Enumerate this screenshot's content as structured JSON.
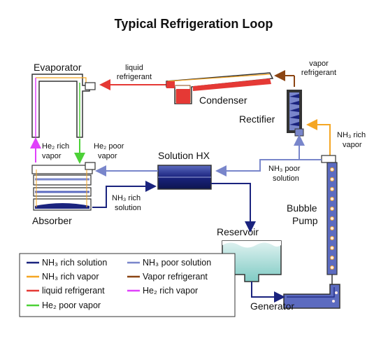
{
  "title": "Typical Refrigeration Loop",
  "components": {
    "evaporator": "Evaporator",
    "condenser": "Condenser",
    "rectifier": "Rectifier",
    "solution_hx": "Solution HX",
    "absorber": "Absorber",
    "reservoir": "Reservoir",
    "generator": "Generator",
    "bubble_pump_line1": "Bubble",
    "bubble_pump_line2": "Pump"
  },
  "flow_labels": {
    "liquid_refrigerant_1": "liquid",
    "liquid_refrigerant_2": "refrigerant",
    "vapor_refrigerant_1": "vapor",
    "vapor_refrigerant_2": "refrigerant",
    "nh3_rich_vapor_1": "NH₃ rich",
    "nh3_rich_vapor_2": "vapor",
    "he2_rich_vapor_1": "He₂ rich",
    "he2_rich_vapor_2": "vapor",
    "he2_poor_vapor_1": "He₂ poor",
    "he2_poor_vapor_2": "vapor",
    "nh3_poor_solution_1": "NH₃ poor",
    "nh3_poor_solution_2": "solution",
    "nh3_rich_solution_1": "NH₃ rich",
    "nh3_rich_solution_2": "solution"
  },
  "legend": [
    {
      "label": "NH₃ rich solution",
      "color": "#1a237e"
    },
    {
      "label": "NH₃ poor solution",
      "color": "#7986cb"
    },
    {
      "label": "NH₃ rich vapor",
      "color": "#f5a623"
    },
    {
      "label": "Vapor refrigerant",
      "color": "#8b4513"
    },
    {
      "label": "liquid refrigerant",
      "color": "#e53935"
    },
    {
      "label": "He₂ rich vapor",
      "color": "#e040fb"
    },
    {
      "label": "He₂ poor vapor",
      "color": "#4cd137"
    }
  ],
  "colors": {
    "nh3_rich_solution": "#1a237e",
    "nh3_poor_solution": "#7986cb",
    "nh3_rich_vapor": "#f5a623",
    "vapor_refrigerant": "#8b4513",
    "liquid_refrigerant": "#e53935",
    "he2_rich_vapor": "#e040fb",
    "he2_poor_vapor": "#4cd137"
  }
}
